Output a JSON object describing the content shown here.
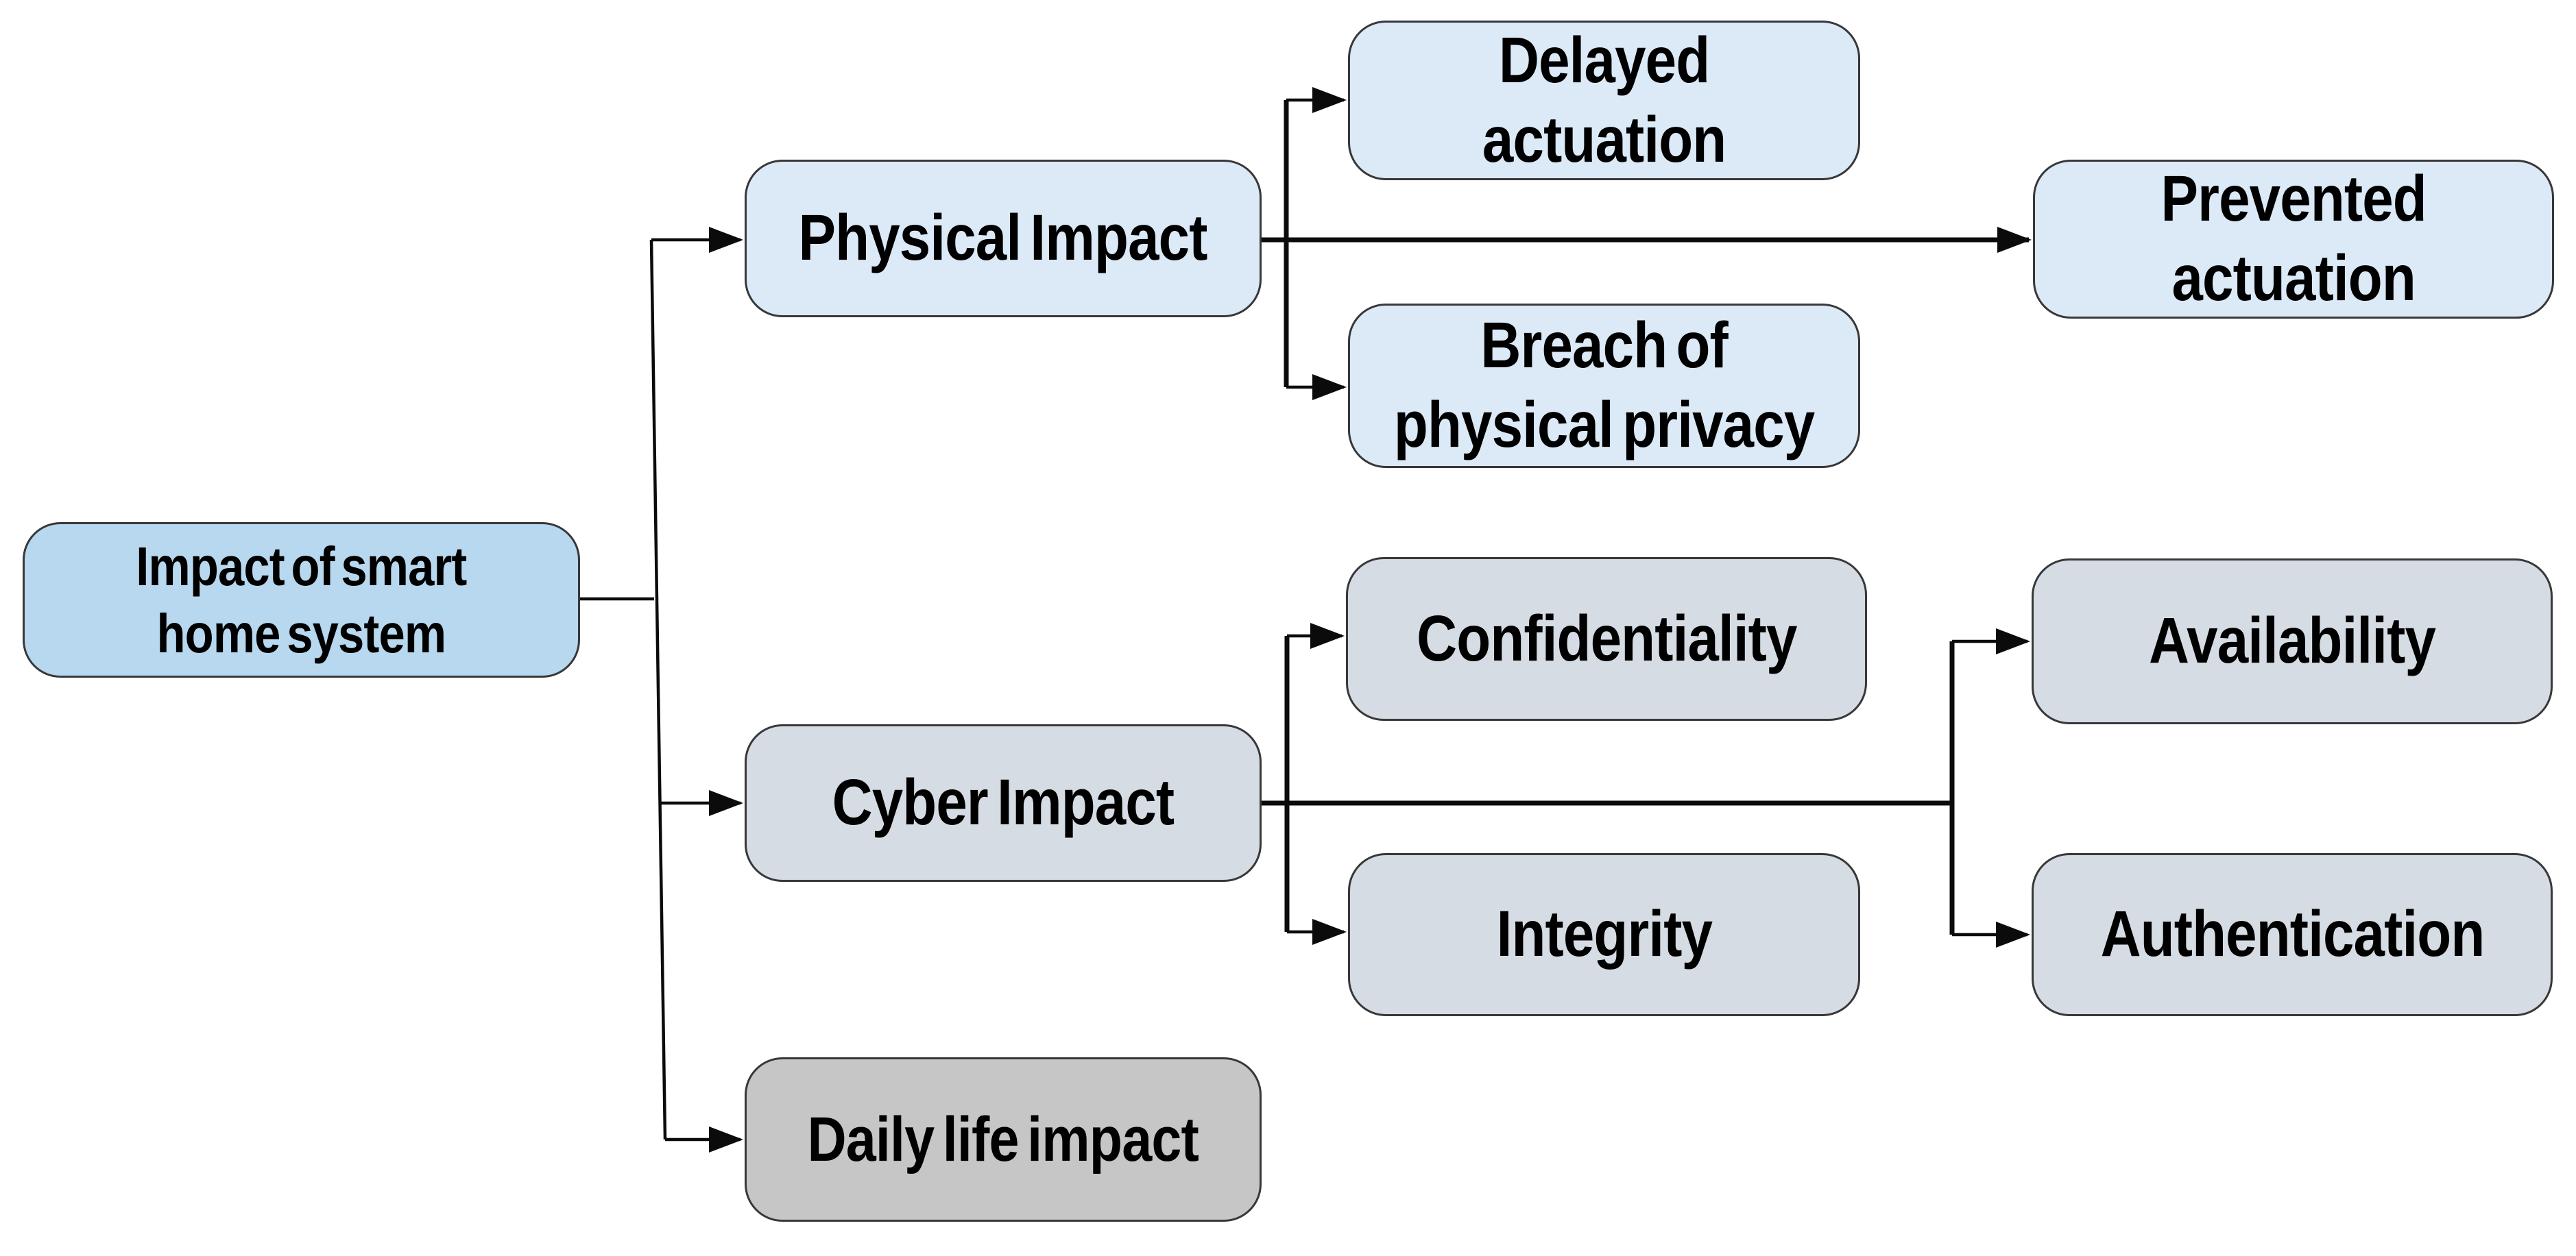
{
  "diagram": {
    "type": "tree",
    "background": "#FFFFFF",
    "line_color": "#000000",
    "border_color": "#383838",
    "nodes": {
      "root": {
        "label": "Impact of smart\nhome system",
        "fill": "#B7D8EE"
      },
      "physical": {
        "label": "Physical Impact",
        "fill": "#DCE9F7"
      },
      "delayed": {
        "label": "Delayed\nactuation",
        "fill": "#DCE9F7"
      },
      "prevented": {
        "label": "Prevented\nactuation",
        "fill": "#DCE9F7"
      },
      "breach": {
        "label": "Breach of\nphysical privacy",
        "fill": "#DCE9F7"
      },
      "cyber": {
        "label": "Cyber Impact",
        "fill": "#D6DCE4"
      },
      "confidentiality": {
        "label": "Confidentiality",
        "fill": "#D6DCE4"
      },
      "integrity": {
        "label": "Integrity",
        "fill": "#D6DCE4"
      },
      "availability": {
        "label": "Availability",
        "fill": "#D6DCE4"
      },
      "authentication": {
        "label": "Authentication",
        "fill": "#D6DCE4"
      },
      "daily": {
        "label": "Daily life impact",
        "fill": "#C6C6C6"
      }
    },
    "edges": [
      {
        "from": "root",
        "to": "physical"
      },
      {
        "from": "root",
        "to": "cyber"
      },
      {
        "from": "root",
        "to": "daily"
      },
      {
        "from": "physical",
        "to": "delayed"
      },
      {
        "from": "physical",
        "to": "prevented"
      },
      {
        "from": "physical",
        "to": "breach"
      },
      {
        "from": "cyber",
        "to": "confidentiality"
      },
      {
        "from": "cyber",
        "to": "integrity"
      },
      {
        "from": "cyber",
        "to": "availability"
      },
      {
        "from": "cyber",
        "to": "authentication"
      }
    ]
  }
}
